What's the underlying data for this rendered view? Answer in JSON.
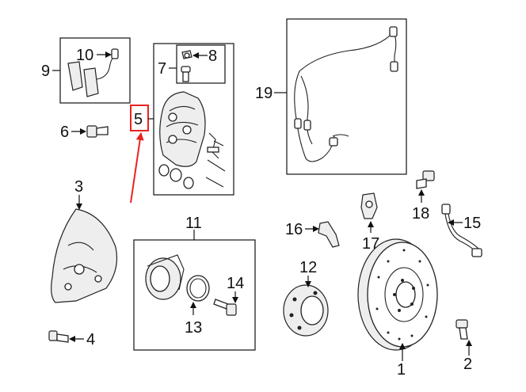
{
  "diagram": {
    "callouts": {
      "c1": "1",
      "c2": "2",
      "c3": "3",
      "c4": "4",
      "c5": "5",
      "c6": "6",
      "c7": "7",
      "c8": "8",
      "c9": "9",
      "c10": "10",
      "c11": "11",
      "c12": "12",
      "c13": "13",
      "c14": "14",
      "c15": "15",
      "c16": "16",
      "c17": "17",
      "c18": "18",
      "c19": "19"
    },
    "highlight_color": "#e8231f",
    "line_color": "#111111"
  }
}
